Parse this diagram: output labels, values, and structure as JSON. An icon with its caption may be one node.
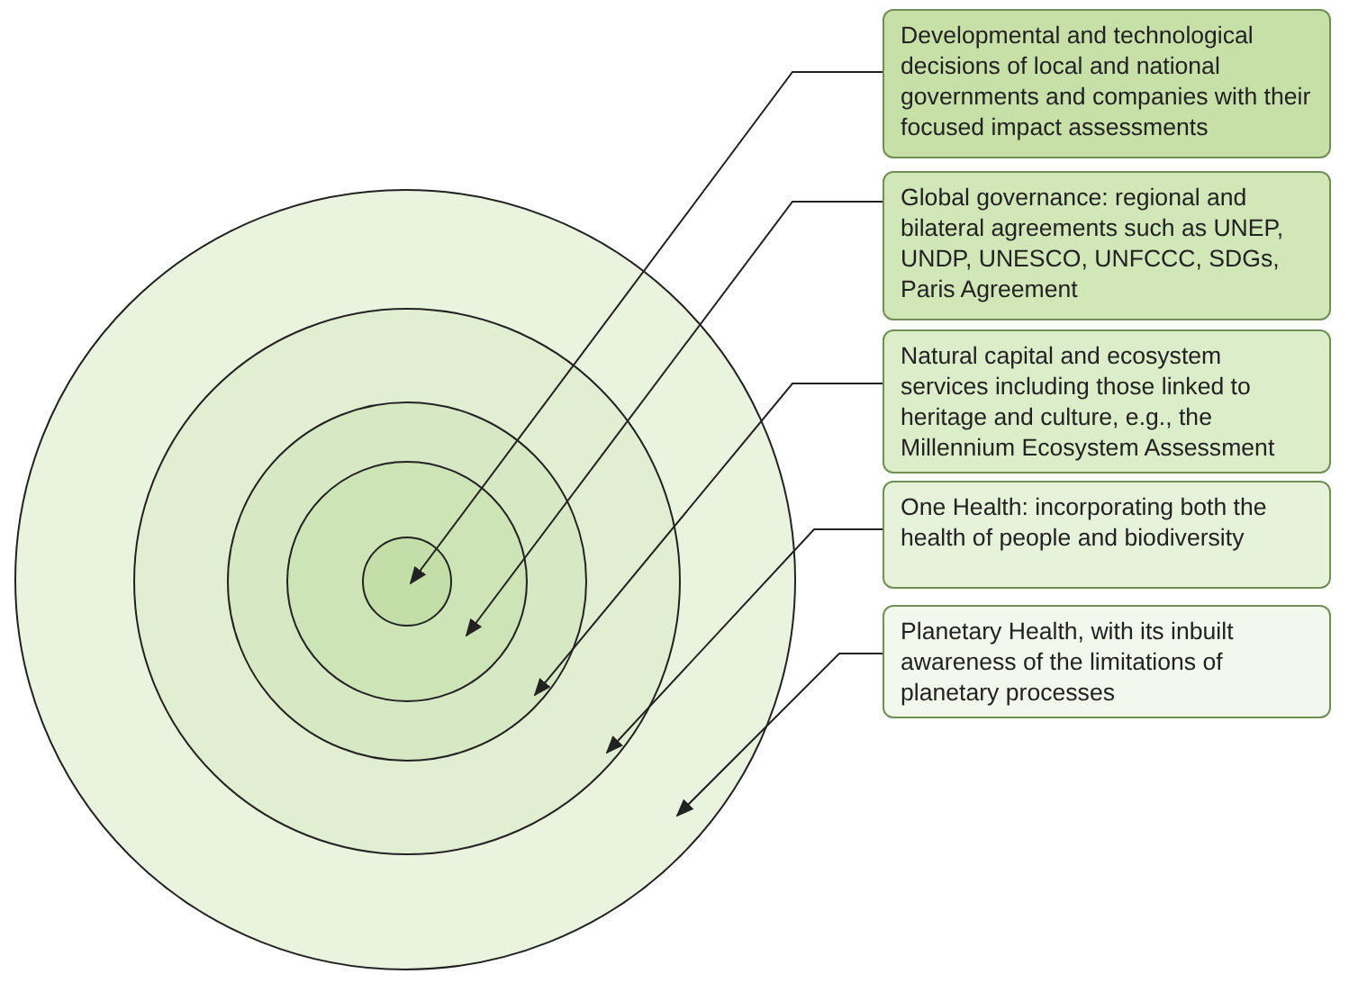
{
  "diagram": {
    "nodes": [
      {
        "text": [],
        "shape": "circle"
      },
      {
        "text": [],
        "shape": "circle",
        "in": 0
      },
      {
        "text": [],
        "shape": "circle",
        "in": 1
      },
      {
        "text": [],
        "shape": "circle",
        "in": 2
      },
      {
        "text": [],
        "shape": "circle",
        "in": 3
      },
      {
        "text": [
          "Developmental and technological decisions of local and national governments and companies with their focused impact assessments"
        ]
      },
      {
        "text": [
          "Global governance: regional and bilateral agreements such as UNEP, UNDP, UNESCO, UNFCCC, SDGs, Paris Agreement"
        ]
      },
      {
        "text": [
          "Natural capital and ecosystem services including those linked to heritage and culture, e.g., the Millennium Ecosystem Assessment"
        ]
      },
      {
        "text": [
          "One Health: incorporating both the health of people and biodiversity"
        ]
      },
      {
        "text": [
          "Planetary Health, with its inbuilt awareness of the limitations of planetary processes"
        ]
      }
    ],
    "edges": [
      {
        "from": 5,
        "to": 4,
        "arrow": "to"
      },
      {
        "from": 6,
        "to": 3,
        "arrow": "to"
      },
      {
        "from": 7,
        "to": 2,
        "arrow": "to"
      },
      {
        "from": 8,
        "to": 1,
        "arrow": "to"
      },
      {
        "from": 9,
        "to": 0,
        "arrow": "to"
      }
    ]
  }
}
